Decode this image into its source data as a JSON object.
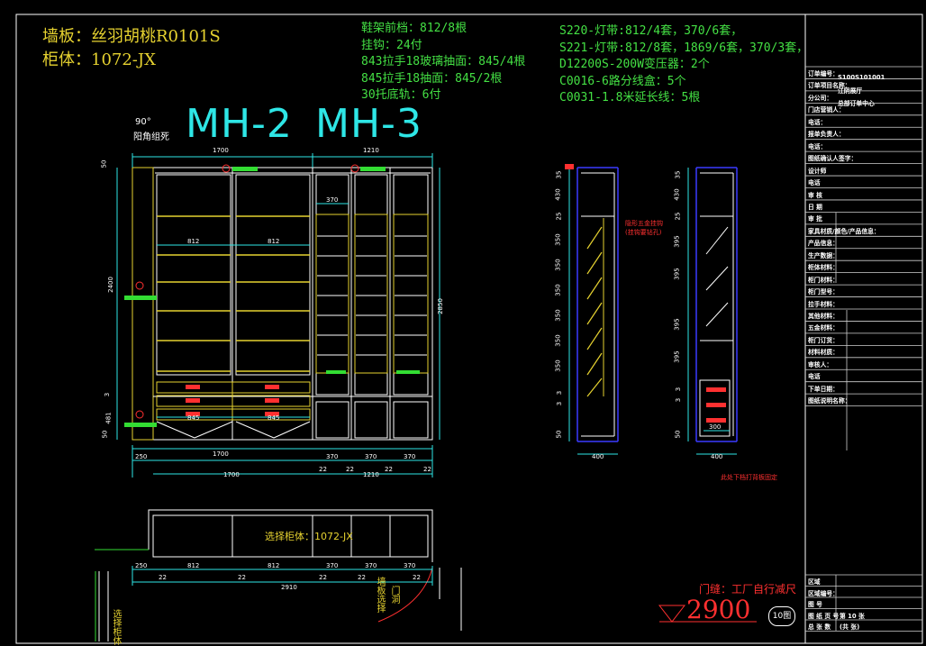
{
  "header": {
    "wall_panel": "墙板：丝羽胡桃R0101S",
    "cabinet_body": "柜体：1072-JX",
    "models": [
      "MH-2",
      "MH-3"
    ],
    "corner_note_1": "90°",
    "corner_note_2": "阳角组死"
  },
  "notes_middle": [
    "鞋架前档：812/8根",
    "挂钩：24付",
    "843拉手18玻璃抽面：845/4根",
    "845拉手18抽面：845/2根",
    "30托底轨：6付"
  ],
  "notes_right": [
    "S220-灯带:812/4套，370/6套，",
    "S221-灯带:812/8套，1869/6套，370/3套，",
    "D12200S-200W变压器：2个",
    "C0016-6路分线盒：5个",
    "C0031-1.8米延长线：5根"
  ],
  "front_view": {
    "top_widths": [
      "1700",
      "1210"
    ],
    "inner_widths": [
      "812",
      "812",
      "370"
    ],
    "drawer_width": "845",
    "bottom_row": [
      "250",
      "370",
      "370",
      "370"
    ],
    "bottom_small": [
      "22",
      "22",
      "22",
      "22"
    ],
    "bottom_totals": [
      "1700",
      "1700",
      "1210"
    ],
    "left_heights": [
      "50",
      "2400",
      "3",
      "481",
      "50"
    ],
    "right_height": "2850"
  },
  "side_view_1": {
    "depth": "400",
    "annotation_1": "隐形五金挂钩",
    "annotation_2": "(挂钩要钻孔)",
    "dims": [
      "35",
      "430",
      "25",
      "350",
      "350",
      "350",
      "350",
      "350",
      "350",
      "3",
      "3",
      "50"
    ]
  },
  "side_view_2": {
    "depth": "400",
    "inner_depth": "300",
    "note": "此处下档打背板固定",
    "dims": [
      "35",
      "430",
      "25",
      "395",
      "395",
      "395",
      "395",
      "3",
      "3",
      "50"
    ]
  },
  "plan_view": {
    "label": "选择柜体：1072-JX",
    "widths": [
      "250",
      "812",
      "812",
      "370",
      "370",
      "370"
    ],
    "small": [
      "22",
      "22",
      "22",
      "22",
      "22"
    ],
    "total": "2910",
    "side_label": "选择柜体",
    "side_label_2": "墙板选择",
    "door_note": "门洞"
  },
  "footer": {
    "door_opening_note": "门缝：工厂自行减尺",
    "big_dim": "2900",
    "sheet_badge": "10图"
  },
  "title_block": {
    "rows": [
      {
        "label": "订单编号：",
        "value": "S100S101001"
      },
      {
        "label": "订单项目名称：",
        "value": "江阴展厅"
      },
      {
        "label": "分公司：",
        "value": "总部订单中心"
      },
      {
        "label": "门店营销人：",
        "value": ""
      },
      {
        "label": "电话：",
        "value": ""
      },
      {
        "label": "报单负责人：",
        "value": ""
      },
      {
        "label": "电话：",
        "value": ""
      },
      {
        "label": "图纸确认人签字：",
        "value": ""
      },
      {
        "label": "设计师",
        "value": ""
      },
      {
        "label": "电话",
        "value": ""
      },
      {
        "label": "审  核",
        "value": ""
      },
      {
        "label": "日  期",
        "value": ""
      },
      {
        "label": "审  批",
        "value": ""
      },
      {
        "label": "家具材质/颜色/产品信息：",
        "value": ""
      },
      {
        "label": "产品信息：",
        "value": ""
      },
      {
        "label": "生产数据：",
        "value": ""
      },
      {
        "label": "柜体材料：",
        "value": ""
      },
      {
        "label": "柜门材料：",
        "value": ""
      },
      {
        "label": "柜门型号：",
        "value": ""
      },
      {
        "label": "拉手材料：",
        "value": ""
      },
      {
        "label": "其他材料：",
        "value": ""
      },
      {
        "label": "五金材料：",
        "value": ""
      },
      {
        "label": "柜门订货：",
        "value": ""
      },
      {
        "label": "材料材质：",
        "value": ""
      },
      {
        "label": "审核人：",
        "value": ""
      },
      {
        "label": "电话",
        "value": ""
      },
      {
        "label": "下单日期：",
        "value": ""
      },
      {
        "label": "图纸说明名称：",
        "value": ""
      }
    ],
    "bottom_rows": [
      {
        "label": "区域",
        "value": ""
      },
      {
        "label": "区域编号：",
        "value": ""
      },
      {
        "label": "图  号",
        "value": ""
      },
      {
        "label": "图 纸 页 号",
        "value": "第 10 张"
      },
      {
        "label": "总 张 数",
        "value": "(共  张)"
      }
    ]
  },
  "colors": {
    "background": "#000000",
    "line_white": "#ffffff",
    "yellow": "#e6d230",
    "green": "#44e044",
    "cyan": "#2ee6e6",
    "blue": "#3a3aff",
    "red": "#ff3030"
  }
}
